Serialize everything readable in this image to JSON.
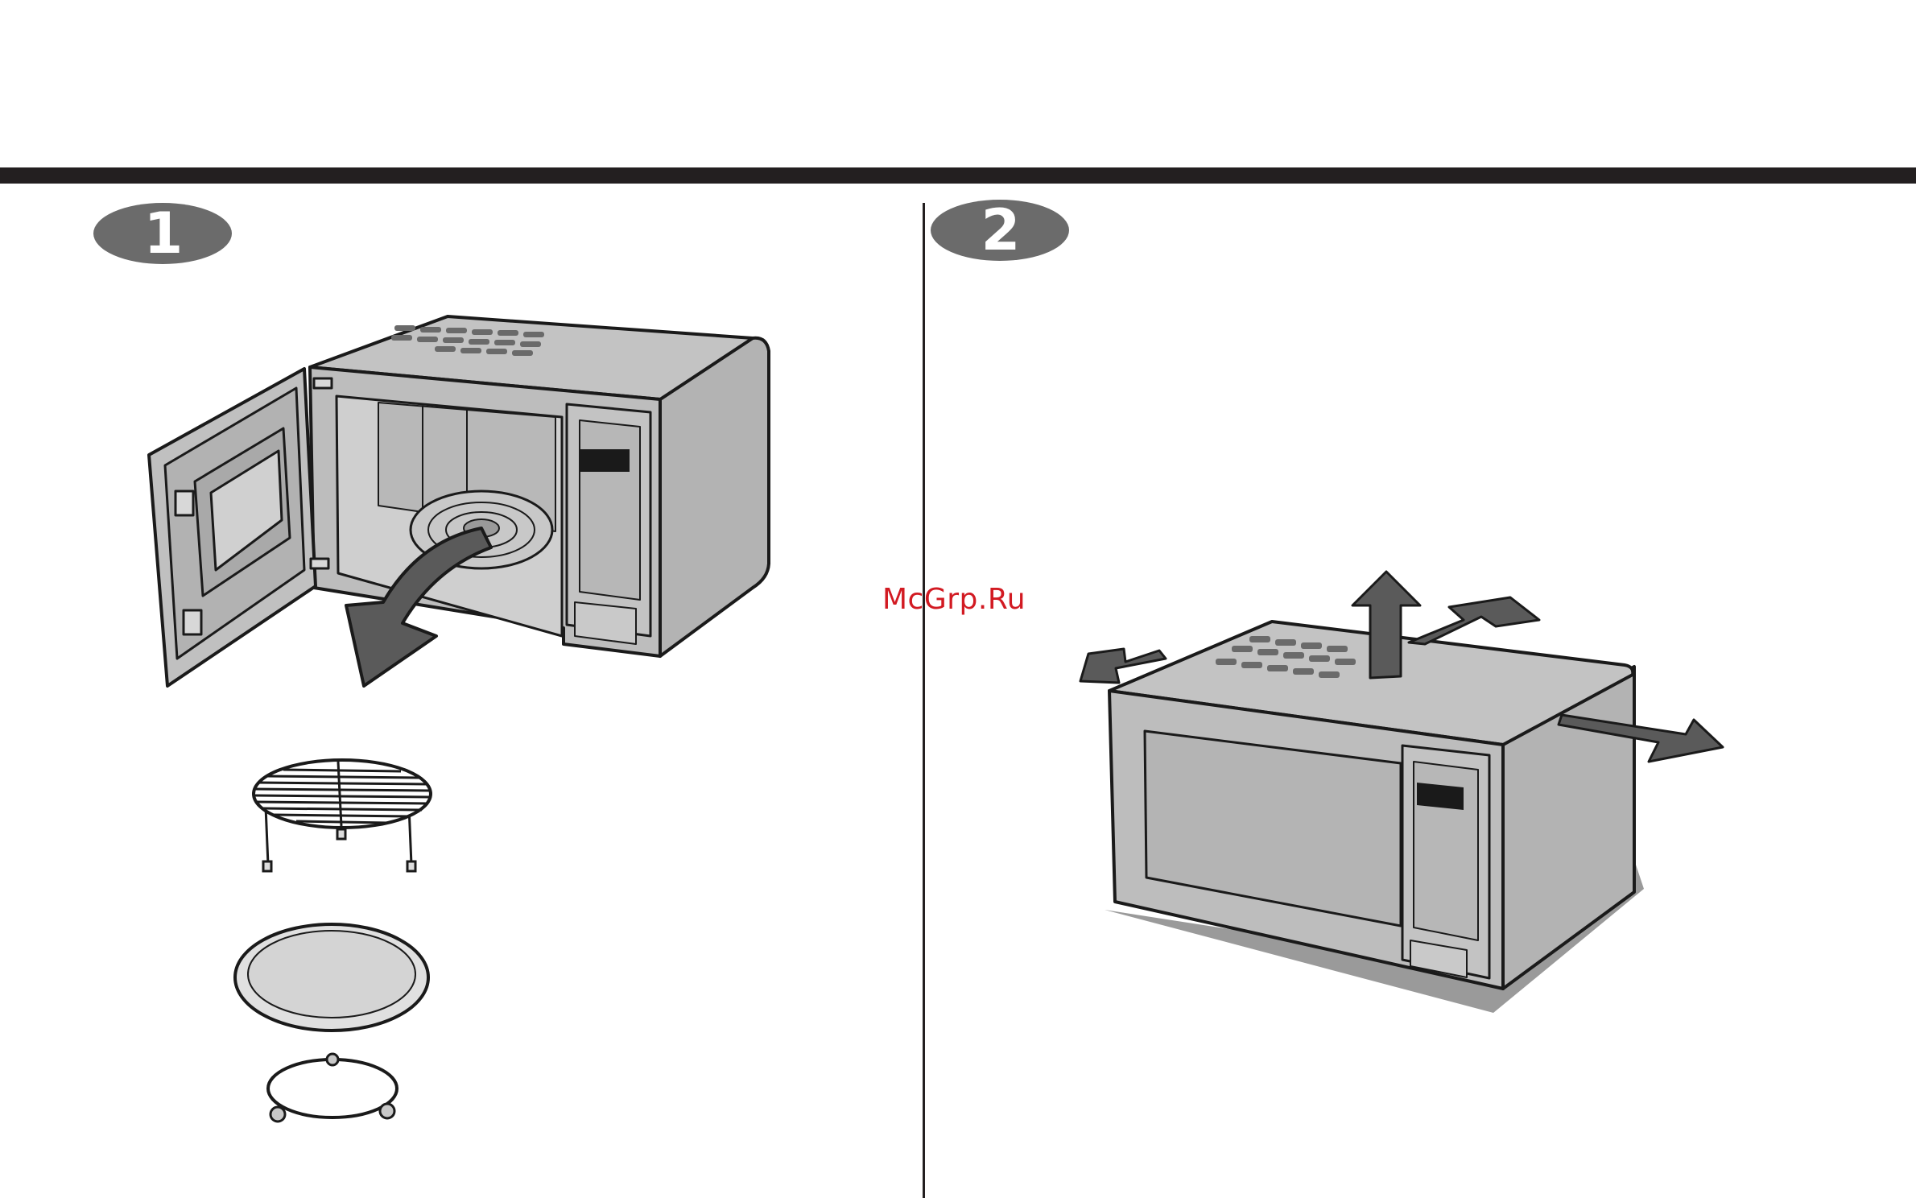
{
  "steps": [
    {
      "number": "1"
    },
    {
      "number": "2"
    }
  ],
  "watermark": {
    "text": "McGrp.Ru"
  },
  "colors": {
    "rule": "#231f20",
    "body_fill": "#bdbdbd",
    "body_dark": "#8f8f8f",
    "outline": "#1a1a1a",
    "arrow_fill": "#5a5a5a",
    "badge_fill": "#6b6b6b",
    "watermark": "#d21a22"
  },
  "icons": [
    "open-microwave-illustration",
    "grill-rack-icon",
    "glass-tray-icon",
    "roller-ring-icon",
    "closed-microwave-illustration",
    "airflow-arrow-icon"
  ]
}
